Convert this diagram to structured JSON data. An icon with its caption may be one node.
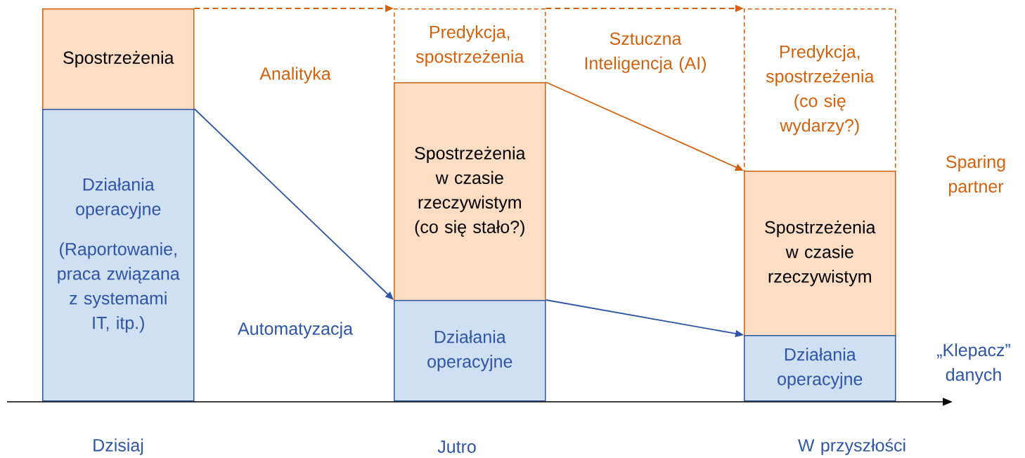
{
  "diagram": {
    "nodes": [
      {
        "text": [
          "Spostrzeżenia"
        ]
      },
      {
        "text": [
          "Działania operacyjne",
          "(Raportowanie, praca związana z systemami IT, itp.)"
        ]
      },
      {
        "text": [
          "Predykcja, spostrzeżenia"
        ]
      },
      {
        "text": [
          "Spostrzeżenia w czasie rzeczywistym (co się stało?)"
        ]
      },
      {
        "text": [
          "Działania operacyjne"
        ]
      },
      {
        "text": [
          "Predykcja, spostrzeżenia (co się wydarzy?)"
        ]
      },
      {
        "text": [
          "Spostrzeżenia w czasie rzeczywistym"
        ]
      },
      {
        "text": [
          "Działania operacyjne"
        ]
      }
    ],
    "edges": [
      {
        "from": 0,
        "to": 2,
        "arrow": "to",
        "style": "dashed",
        "color": "#d0620f"
      },
      {
        "from": 1,
        "to": 4,
        "arrow": "to",
        "color": "#2f55a3"
      },
      {
        "from": 2,
        "to": 5,
        "arrow": "to",
        "style": "dashed",
        "color": "#d0620f"
      },
      {
        "from": 3,
        "to": 6,
        "arrow": "to",
        "color": "#d0620f"
      },
      {
        "from": 4,
        "to": 7,
        "arrow": "to",
        "color": "#2f55a3"
      }
    ],
    "labels": [
      "Analityka",
      "Sztuczna Inteligencja (AI)",
      "Sparing partner",
      "Automatyzacja",
      "„Klepacz” danych",
      "Dzisiaj",
      "Jutro",
      "W przyszłości"
    ]
  }
}
